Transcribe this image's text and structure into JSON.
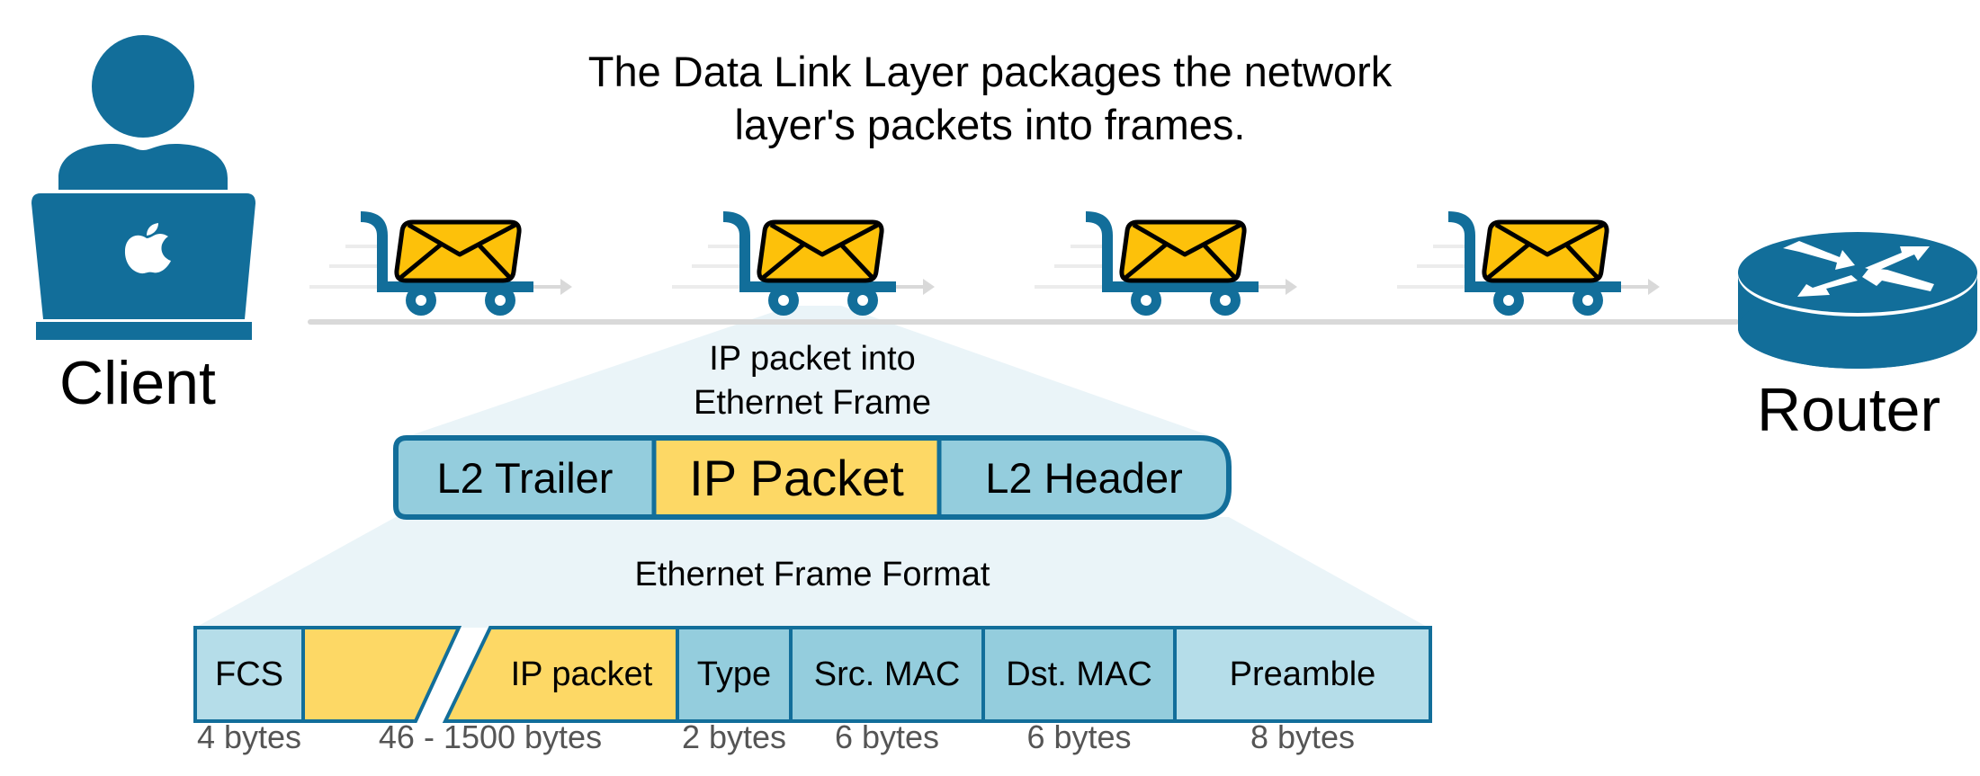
{
  "title": {
    "line1": "The Data Link Layer packages the network",
    "line2": "layer's packets into frames."
  },
  "devices": {
    "client": {
      "label": "Client",
      "icon": "user-laptop-icon"
    },
    "router": {
      "label": "Router",
      "icon": "router-icon"
    }
  },
  "link": {
    "carts": [
      {
        "icon": "cart-envelope-icon"
      },
      {
        "icon": "cart-envelope-icon"
      },
      {
        "icon": "cart-envelope-icon"
      },
      {
        "icon": "cart-envelope-icon"
      }
    ]
  },
  "encapsulation": {
    "caption_line1": "IP packet into",
    "caption_line2": "Ethernet Frame",
    "frame": [
      {
        "label": "L2 Trailer",
        "kind": "header"
      },
      {
        "label": "IP Packet",
        "kind": "payload"
      },
      {
        "label": "L2 Header",
        "kind": "header"
      }
    ]
  },
  "format": {
    "caption": "Ethernet Frame Format",
    "fields": [
      {
        "label": "FCS",
        "size": "4 bytes"
      },
      {
        "label": "",
        "size": "46 - 1500 bytes"
      },
      {
        "label": "IP packet",
        "size": ""
      },
      {
        "label": "Type",
        "size": "2 bytes"
      },
      {
        "label": "Src. MAC",
        "size": "6 bytes"
      },
      {
        "label": "Dst. MAC",
        "size": "6 bytes"
      },
      {
        "label": "Preamble",
        "size": "8 bytes"
      }
    ]
  },
  "colors": {
    "brand_blue": "#126e9a",
    "header_blue": "#94cddd",
    "light_blue": "#b5dde9",
    "payload_yellow": "#fdd865",
    "envelope_yellow": "#fdc10a",
    "wedge": "#eaf4f8",
    "track_gray": "#d9d9d9"
  }
}
